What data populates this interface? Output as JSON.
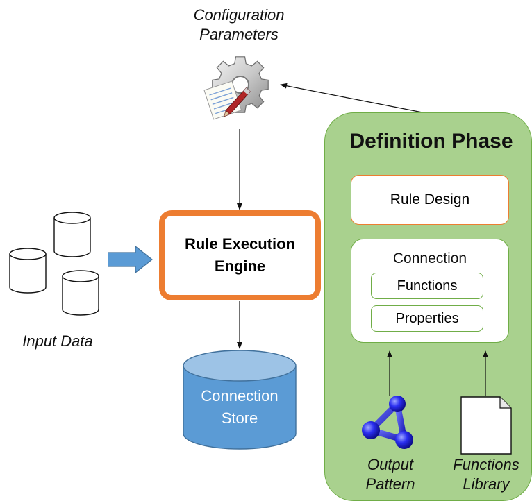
{
  "config": {
    "line1": "Configuration",
    "line2": "Parameters",
    "icon": "gear-document-icon"
  },
  "engine": {
    "line1": "Rule Execution",
    "line2": "Engine",
    "border_color": "#ED7D31"
  },
  "input": {
    "label": "Input Data",
    "icon": "database-cylinder-icon",
    "arrow_color": "#5B9BD5"
  },
  "store": {
    "line1": "Connection",
    "line2": "Store",
    "color": "#5B9BD5"
  },
  "definition": {
    "title": "Definition Phase",
    "background": "#A9D18E",
    "border": "#70AD47",
    "rule_design": "Rule Design",
    "connection": {
      "title": "Connection",
      "functions": "Functions",
      "properties": "Properties"
    },
    "output_pattern": {
      "line1": "Output",
      "line2": "Pattern",
      "icon": "molecule-graph-icon"
    },
    "functions_library": {
      "line1": "Functions",
      "line2": "Library",
      "icon": "document-icon"
    }
  }
}
